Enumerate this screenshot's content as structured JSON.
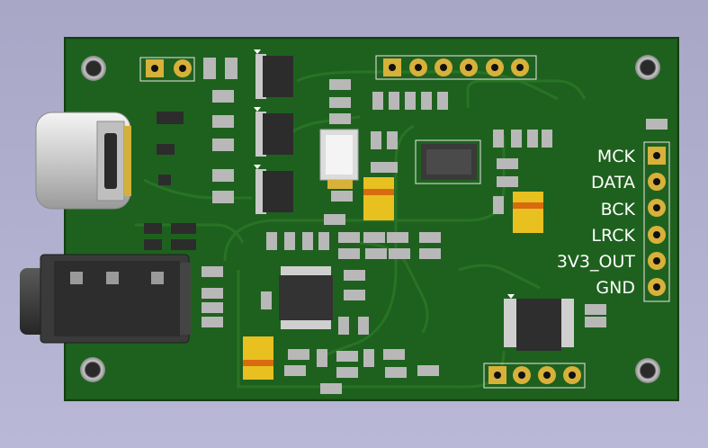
{
  "board": {
    "colors": {
      "background": "#b0afcf",
      "pcb": "#1e5f1e",
      "trace": "#2f7a2a",
      "silkscreen": "#ffffff",
      "pad_gold": "#d8b13a",
      "component_body": "#2b2b2b",
      "capacitor_tan": "#e8c020"
    },
    "pin_labels": [
      "MCK",
      "DATA",
      "BCK",
      "LRCK",
      "3V3_OUT",
      "GND"
    ]
  }
}
